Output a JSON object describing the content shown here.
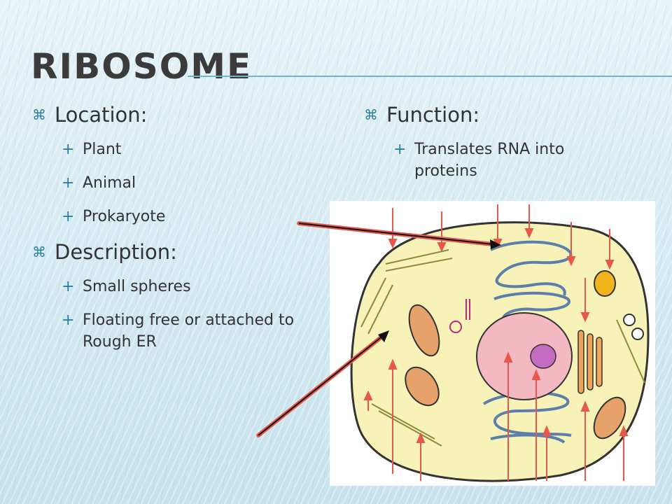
{
  "slide": {
    "title": "Ribosome",
    "left": {
      "sections": [
        {
          "heading": "Location:",
          "items": [
            "Plant",
            "Animal",
            "Prokaryote"
          ]
        },
        {
          "heading": "Description:",
          "items": [
            "Small spheres",
            "Floating free or attached to Rough ER"
          ]
        }
      ]
    },
    "right": {
      "sections": [
        {
          "heading": "Function:",
          "items": [
            "Translates RNA into proteins"
          ]
        }
      ]
    },
    "bullets": {
      "level1": "⌘",
      "level2": "+"
    },
    "colors": {
      "accent": "#2f7fa0",
      "cytoplasm": "#f7f2b8",
      "nucleus": "#f4b8c2",
      "nucleolus": "#c46bc2",
      "er": "#9ec3e2",
      "mitochondria": "#e7a16a",
      "arrow": "#e8584a"
    }
  }
}
